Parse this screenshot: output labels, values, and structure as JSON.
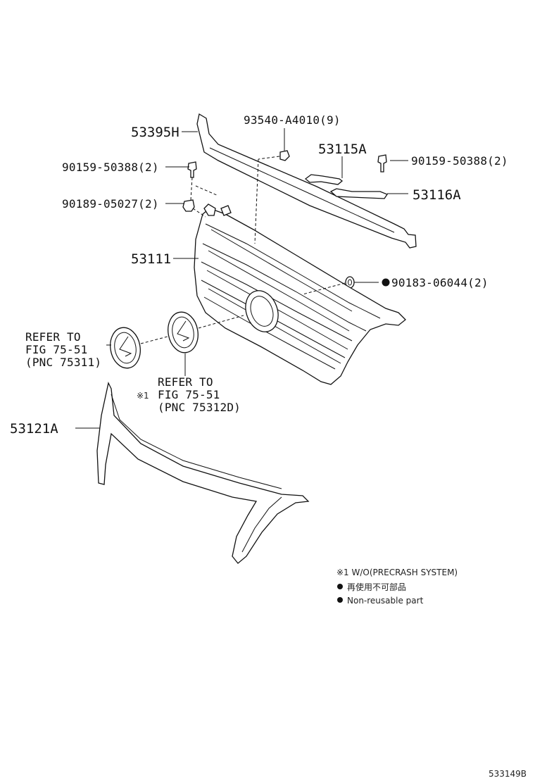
{
  "labels": {
    "p53395H": "53395H",
    "p93540": "93540-A4010(9)",
    "p53115A": "53115A",
    "p90159_left": "90159-50388(2)",
    "p90159_right": "90159-50388(2)",
    "p53116A": "53116A",
    "p90189": "90189-05027(2)",
    "p53111": "53111",
    "p90183": "90183-06044(2)",
    "p53121A": "53121A"
  },
  "refer_left": {
    "line1": "REFER TO",
    "line2": "FIG 75-51",
    "line3": "(PNC 75311)"
  },
  "refer_right": {
    "mark": "※1",
    "line1": "REFER TO",
    "line2": "FIG 75-51",
    "line3": "(PNC 75312D)"
  },
  "notes": {
    "note1": "※1 W/O(PRECRASH SYSTEM)",
    "note2": "再使用不可部品",
    "note3": "Non-reusable part"
  },
  "figure_id": "533149B"
}
